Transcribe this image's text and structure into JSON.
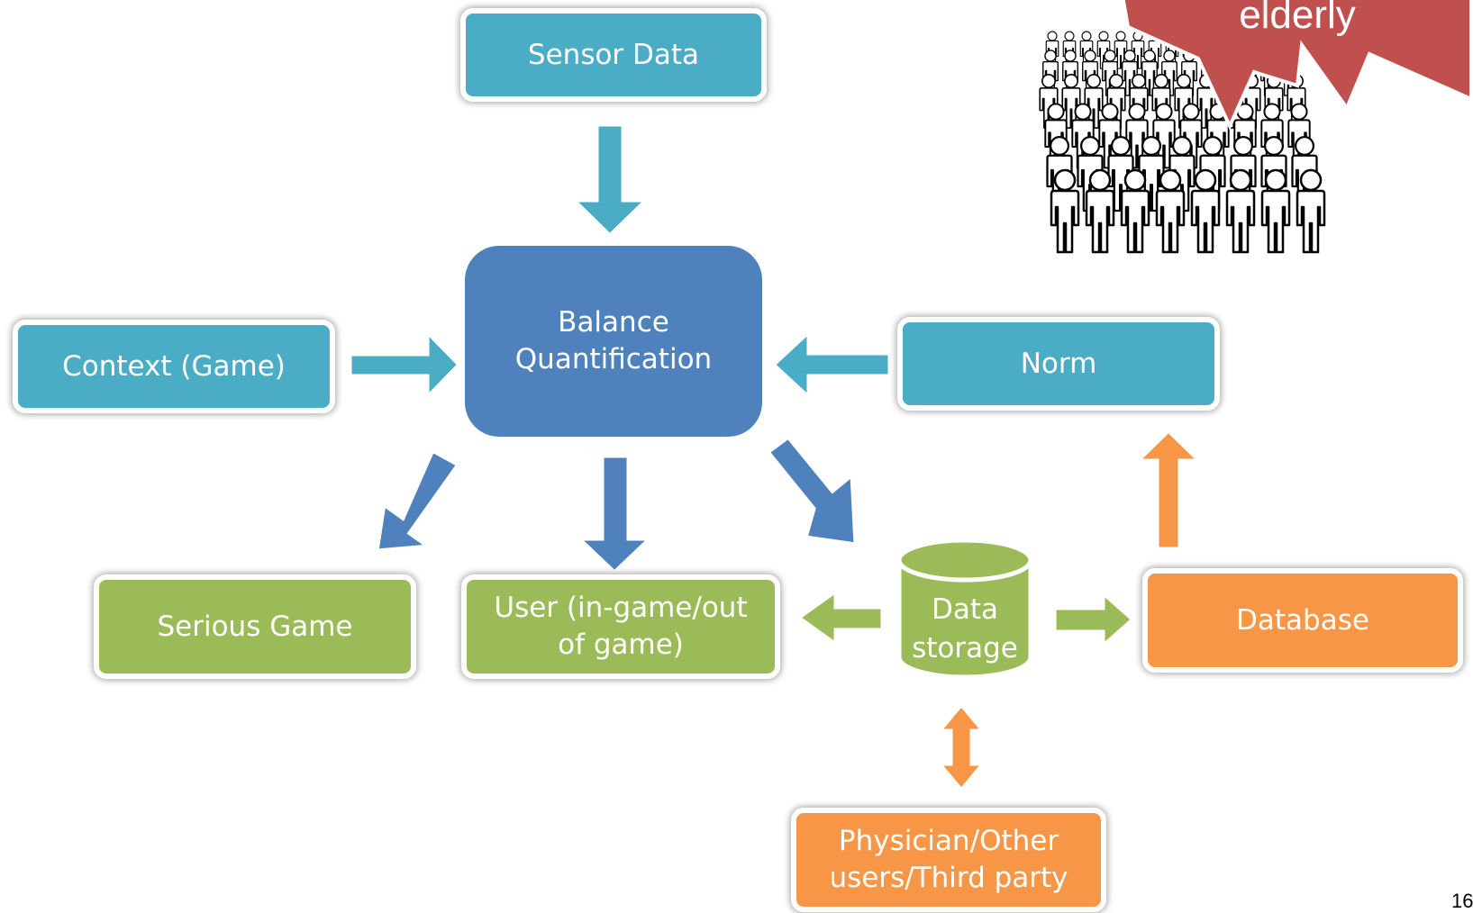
{
  "nodes": {
    "sensor_data": "Sensor Data",
    "balance_quantification": "Balance\nQuantification",
    "context_game": "Context (Game)",
    "norm": "Norm",
    "serious_game": "Serious Game",
    "user": "User (in-game/out\nof game)",
    "data_storage": "Data\nstorage",
    "database": "Database",
    "physician": "Physician/Other\nusers/Third party"
  },
  "callout": {
    "label": "elderly"
  },
  "page_number": "16",
  "colors": {
    "teal": "#4BACC6",
    "blue": "#4F81BD",
    "green": "#9BBB59",
    "orange": "#F79646",
    "burst": "#C0504D"
  }
}
